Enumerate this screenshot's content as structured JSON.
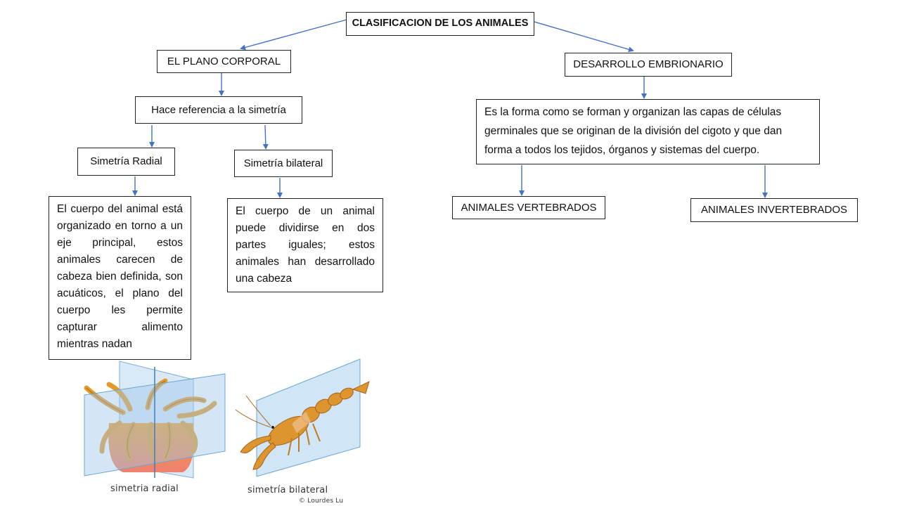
{
  "diagram": {
    "root": "CLASIFICACION DE LOS ANIMALES",
    "left": {
      "title": "EL PLANO CORPORAL",
      "reference": "Hace referencia a la simetría",
      "radial": {
        "label": "Simetría Radial",
        "description": "El cuerpo del animal está organizado en torno a un eje principal, estos animales carecen de cabeza bien definida, son acuáticos, el plano del cuerpo les permite capturar alimento mientras nadan"
      },
      "bilateral": {
        "label": "Simetría bilateral",
        "description": "El cuerpo de un animal puede dividirse en dos partes iguales; estos animales han desarrollado una cabeza"
      }
    },
    "right": {
      "title": "DESARROLLO EMBRIONARIO",
      "description": "Es la forma como se forman y organizan las capas de células germinales que se originan de la división del cigoto y que dan forma a todos los tejidos, órganos y sistemas del cuerpo.",
      "vertebrados": "ANIMALES VERTEBRADOS",
      "invertebrados": "ANIMALES INVERTEBRADOS"
    }
  },
  "illustrations": {
    "radial_caption": "simetria radial",
    "bilateral_caption": "simetría bilateral",
    "credit": "© Lourdes Lu"
  },
  "colors": {
    "arrow": "#4472c4",
    "plane": "#9fc8e8",
    "anemone": "#e8a030",
    "crayfish": "#d9902e"
  }
}
